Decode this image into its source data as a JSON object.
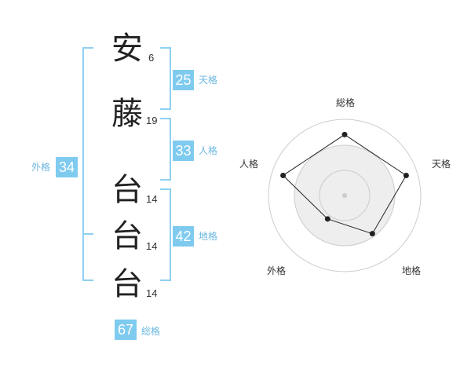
{
  "name_chars": [
    {
      "char": "安",
      "strokes": "6"
    },
    {
      "char": "藤",
      "strokes": "19"
    },
    {
      "char": "台",
      "strokes": "14"
    },
    {
      "char": "台",
      "strokes": "14"
    },
    {
      "char": "台",
      "strokes": "14"
    }
  ],
  "fortunes": {
    "tenkaku": {
      "value": "25",
      "label": "天格"
    },
    "jinkaku": {
      "value": "33",
      "label": "人格"
    },
    "chikaku": {
      "value": "42",
      "label": "地格"
    },
    "gaikaku": {
      "value": "34",
      "label": "外格"
    },
    "soukaku": {
      "value": "67",
      "label": "総格"
    }
  },
  "chart_data": {
    "type": "radar",
    "axes": [
      "総格",
      "天格",
      "地格",
      "外格",
      "人格"
    ],
    "values": [
      0.8,
      0.85,
      0.62,
      0.38,
      0.85
    ],
    "range": [
      0,
      1
    ],
    "rings": 3,
    "grid": true
  },
  "colors": {
    "accent": "#7fcbf0",
    "accent_text": "#6bb7e0",
    "bracket": "#8fd0f2",
    "radar_fill": "#eeeeee",
    "ring": "#cccccc",
    "line": "#222222"
  }
}
